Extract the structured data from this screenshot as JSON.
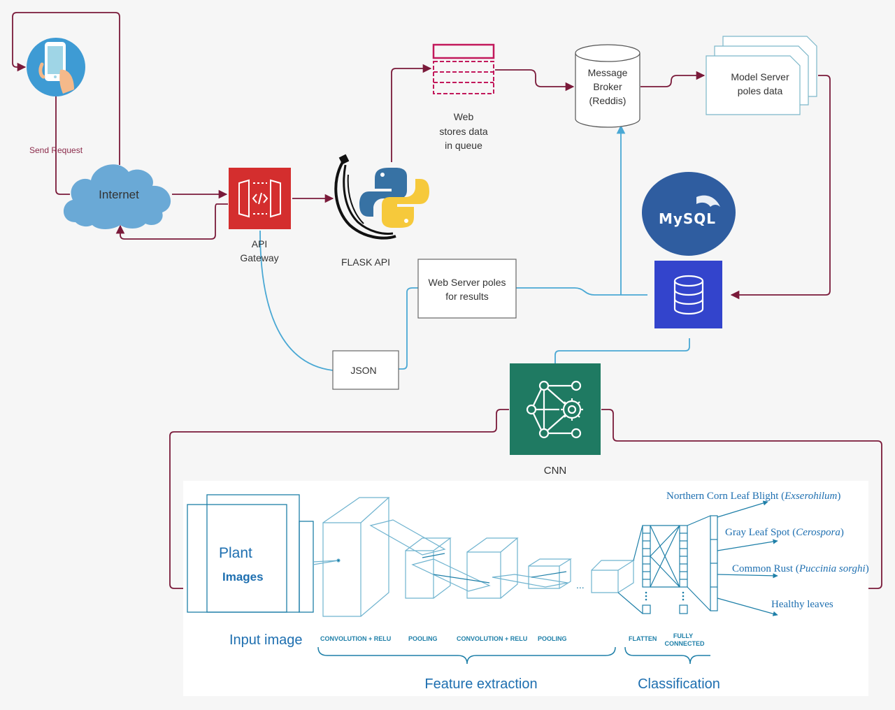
{
  "labels": {
    "send_request": "Send Request",
    "internet": "Internet",
    "api_gateway_line1": "API",
    "api_gateway_line2": "Gateway",
    "flask_api": "FLASK API",
    "web_queue_line1": "Web",
    "web_queue_line2": "stores data",
    "web_queue_line3": "in queue",
    "broker_line1": "Message",
    "broker_line2": "Broker",
    "broker_line3": "(Reddis)",
    "model_line1": "Model Server",
    "model_line2": "poles data",
    "mysql": "MySQL",
    "web_server_line1": "Web Server poles",
    "web_server_line2": "for results",
    "json": "JSON",
    "cnn": "CNN"
  },
  "cnn_figure": {
    "plant": "Plant",
    "images": "Images",
    "input_image": "Input image",
    "conv1": "CONVOLUTION + RELU",
    "pool1": "POOLING",
    "conv2": "CONVOLUTION + RELU",
    "pool2": "POOLING",
    "flatten": "FLATTEN",
    "fully": "FULLY",
    "connected": "CONNECTED",
    "feature_extraction": "Feature extraction",
    "classification": "Classification",
    "class1_name": "Northern Corn Leaf Blight (",
    "class1_sci": "Exserohilum",
    "class1_end": ")",
    "class2_name": "Gray Leaf Spot (",
    "class2_sci": "Cerospora",
    "class2_end": ")",
    "class3_name": "Common Rust (",
    "class3_sci": "Puccinia sorghi",
    "class3_end": ")",
    "class4_name": "Healthy leaves",
    "ellipsis": "..."
  },
  "colors": {
    "arrow_maroon": "#7a1a3a",
    "arrow_blue": "#4aa8d4",
    "api_red": "#d42e2e",
    "db_blue": "#3344cc",
    "cnn_green": "#1f7a62",
    "mysql_blue": "#2f5da0",
    "cnn_drawing_blue": "#1e7fa8",
    "phone_circle": "#3e9bd4",
    "cloud_blue": "#6aa9d6"
  }
}
